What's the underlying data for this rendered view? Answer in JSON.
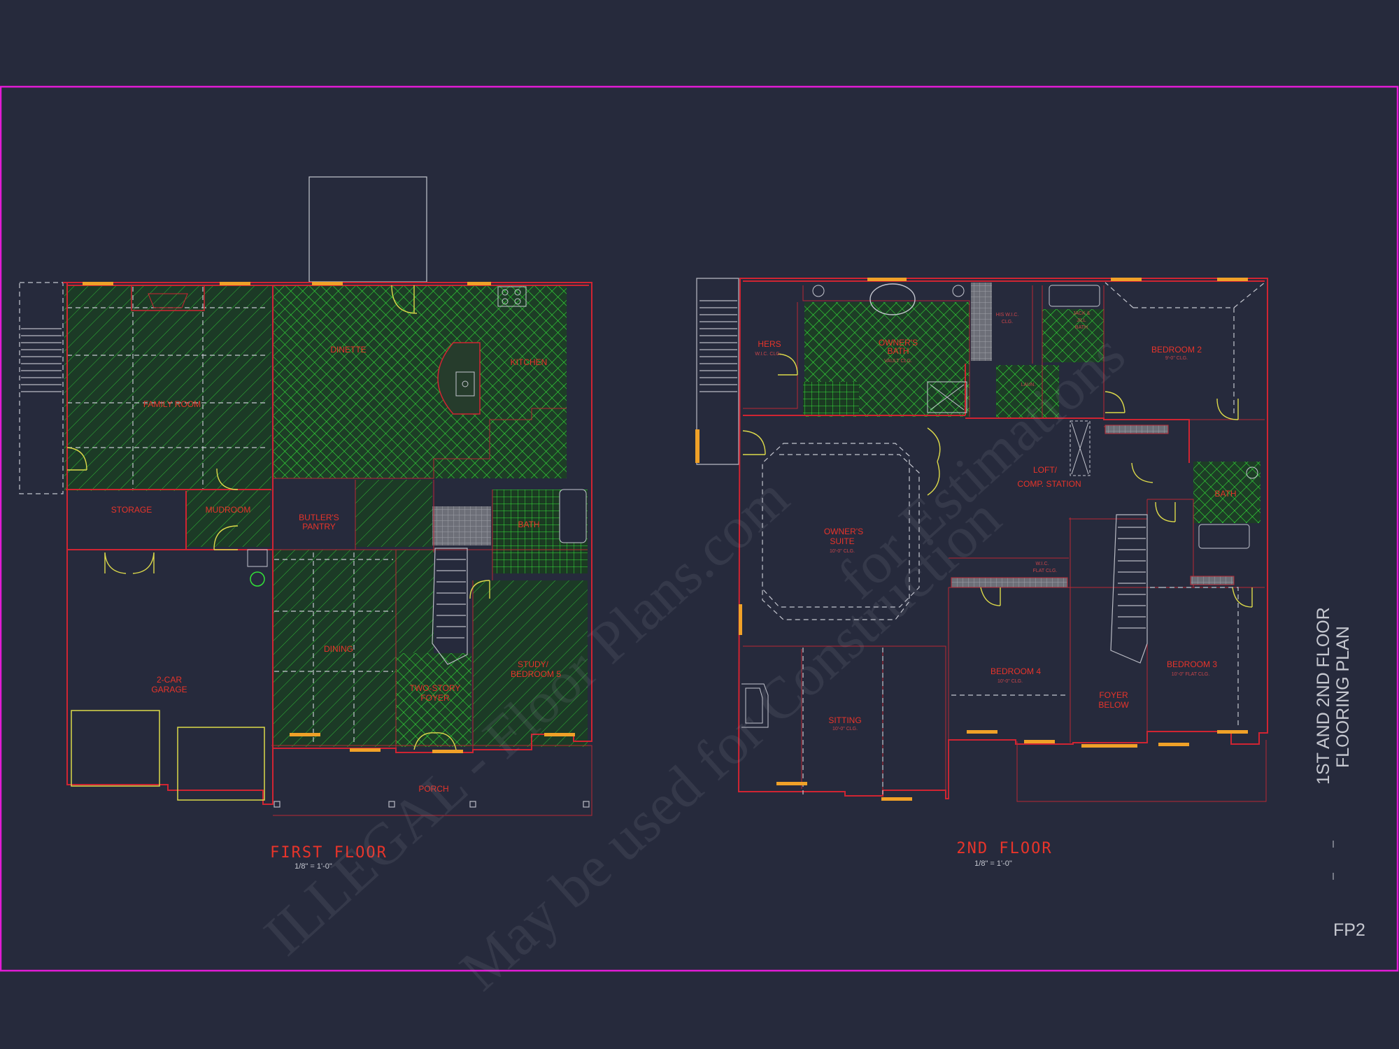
{
  "sheet": {
    "title_line1": "1ST AND 2ND FLOOR",
    "title_line2": "FLOORING PLAN",
    "number": "FP2"
  },
  "watermark": {
    "line1": "ILLEGAL - Floor Plans.com",
    "line2": "May be used for Construction",
    "line3": "for Estimations"
  },
  "colors": {
    "background": "#262a3c",
    "border": "#e21bd6",
    "walls": "#d02432",
    "flooring_hatch": "#2fe33a",
    "labels": "#e8342a",
    "doors": "#dcd94a",
    "windows": "#f0a128"
  },
  "first_floor": {
    "title": "FIRST FLOOR",
    "scale": "1/8\" = 1'-0\"",
    "rooms": {
      "family_room": "FAMILY ROOM",
      "dinette": "DINETTE",
      "kitchen": "KITCHEN",
      "storage": "STORAGE",
      "mudroom": "MUDROOM",
      "butlers_pantry_1": "BUTLER'S",
      "butlers_pantry_2": "PANTRY",
      "bath": "BATH",
      "garage_1": "2-CAR",
      "garage_2": "GARAGE",
      "dining": "DINING",
      "foyer_1": "TWO-STORY",
      "foyer_2": "FOYER",
      "study_1": "STUDY/",
      "study_2": "BEDROOM 5",
      "porch": "PORCH"
    }
  },
  "second_floor": {
    "title": "2ND FLOOR",
    "scale": "1/8\" = 1'-0\"",
    "rooms": {
      "hers_1": "HERS",
      "hers_2": "W.I.C. CLG.",
      "owners_bath_1": "OWNER'S",
      "owners_bath_2": "BATH",
      "owners_bath_3": "VAULT CLG.",
      "his_1": "HIS W.I.C.",
      "his_2": "CLG.",
      "jack_bath_1": "JACK &",
      "jack_bath_2": "JILL",
      "jack_bath_3": "BATH",
      "laundry": "LAUN.",
      "bedroom2_1": "BEDROOM 2",
      "bedroom2_2": "9'-0\" CLG.",
      "loft_1": "LOFT/",
      "loft_2": "COMP. STATION",
      "owners_suite_1": "OWNER'S",
      "owners_suite_2": "SUITE",
      "owners_suite_3": "10'-0\" CLG.",
      "bath": "BATH",
      "wic_1": "W.I.C.",
      "wic_2": "FLAT CLG.",
      "bedroom4_1": "BEDROOM 4",
      "bedroom4_2": "10'-0\" CLG.",
      "bedroom3_1": "BEDROOM 3",
      "bedroom3_2": "10'-0\" FLAT CLG.",
      "foyer_1": "FOYER",
      "foyer_2": "BELOW",
      "sitting_1": "SITTING",
      "sitting_2": "10'-0\" CLG."
    }
  }
}
